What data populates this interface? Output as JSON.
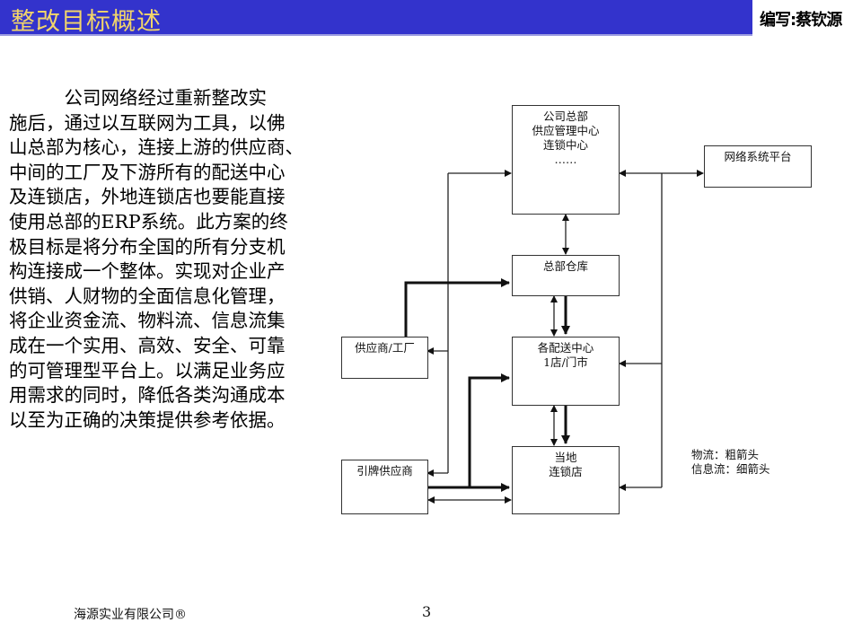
{
  "header": {
    "title": "整改目标概述",
    "author": "编写:蔡钦源",
    "bar_color": "#3333cc",
    "title_color": "#f2d56a"
  },
  "body_lines": [
    "　　　公司网络经过重新整改实",
    "施后，通过以互联网为工具，以佛",
    "山总部为核心，连接上游的供应商、",
    "中间的工厂及下游所有的配送中心",
    "及连锁店，外地连锁店也要能直接",
    "使用总部的ERP系统。此方案的终",
    "极目标是将分布全国的所有分支机",
    "构连接成一个整体。实现对企业产",
    "供销、人财物的全面信息化管理，",
    "将企业资金流、物料流、信息流集",
    "成在一个实用、高效、安全、可靠",
    "的可管理型平台上。以满足业务应",
    "用需求的同时，降低各类沟通成本",
    "以至为正确的决策提供参考依据。"
  ],
  "diagram": {
    "hq": [
      "公司总部",
      "供应管理中心",
      "连锁中心",
      "……"
    ],
    "network": "网络系统平台",
    "warehouse": "总部仓库",
    "supplier": "供应商/工厂",
    "distribution": [
      "各配送中心",
      "1店/门市"
    ],
    "brand_supplier": "引牌供应商",
    "local_store": [
      "当地",
      "连锁店"
    ],
    "legend": [
      "物流：粗箭头",
      "信息流：细箭头"
    ]
  },
  "footer": {
    "company": "海源实业有限公司®",
    "page": "3"
  }
}
